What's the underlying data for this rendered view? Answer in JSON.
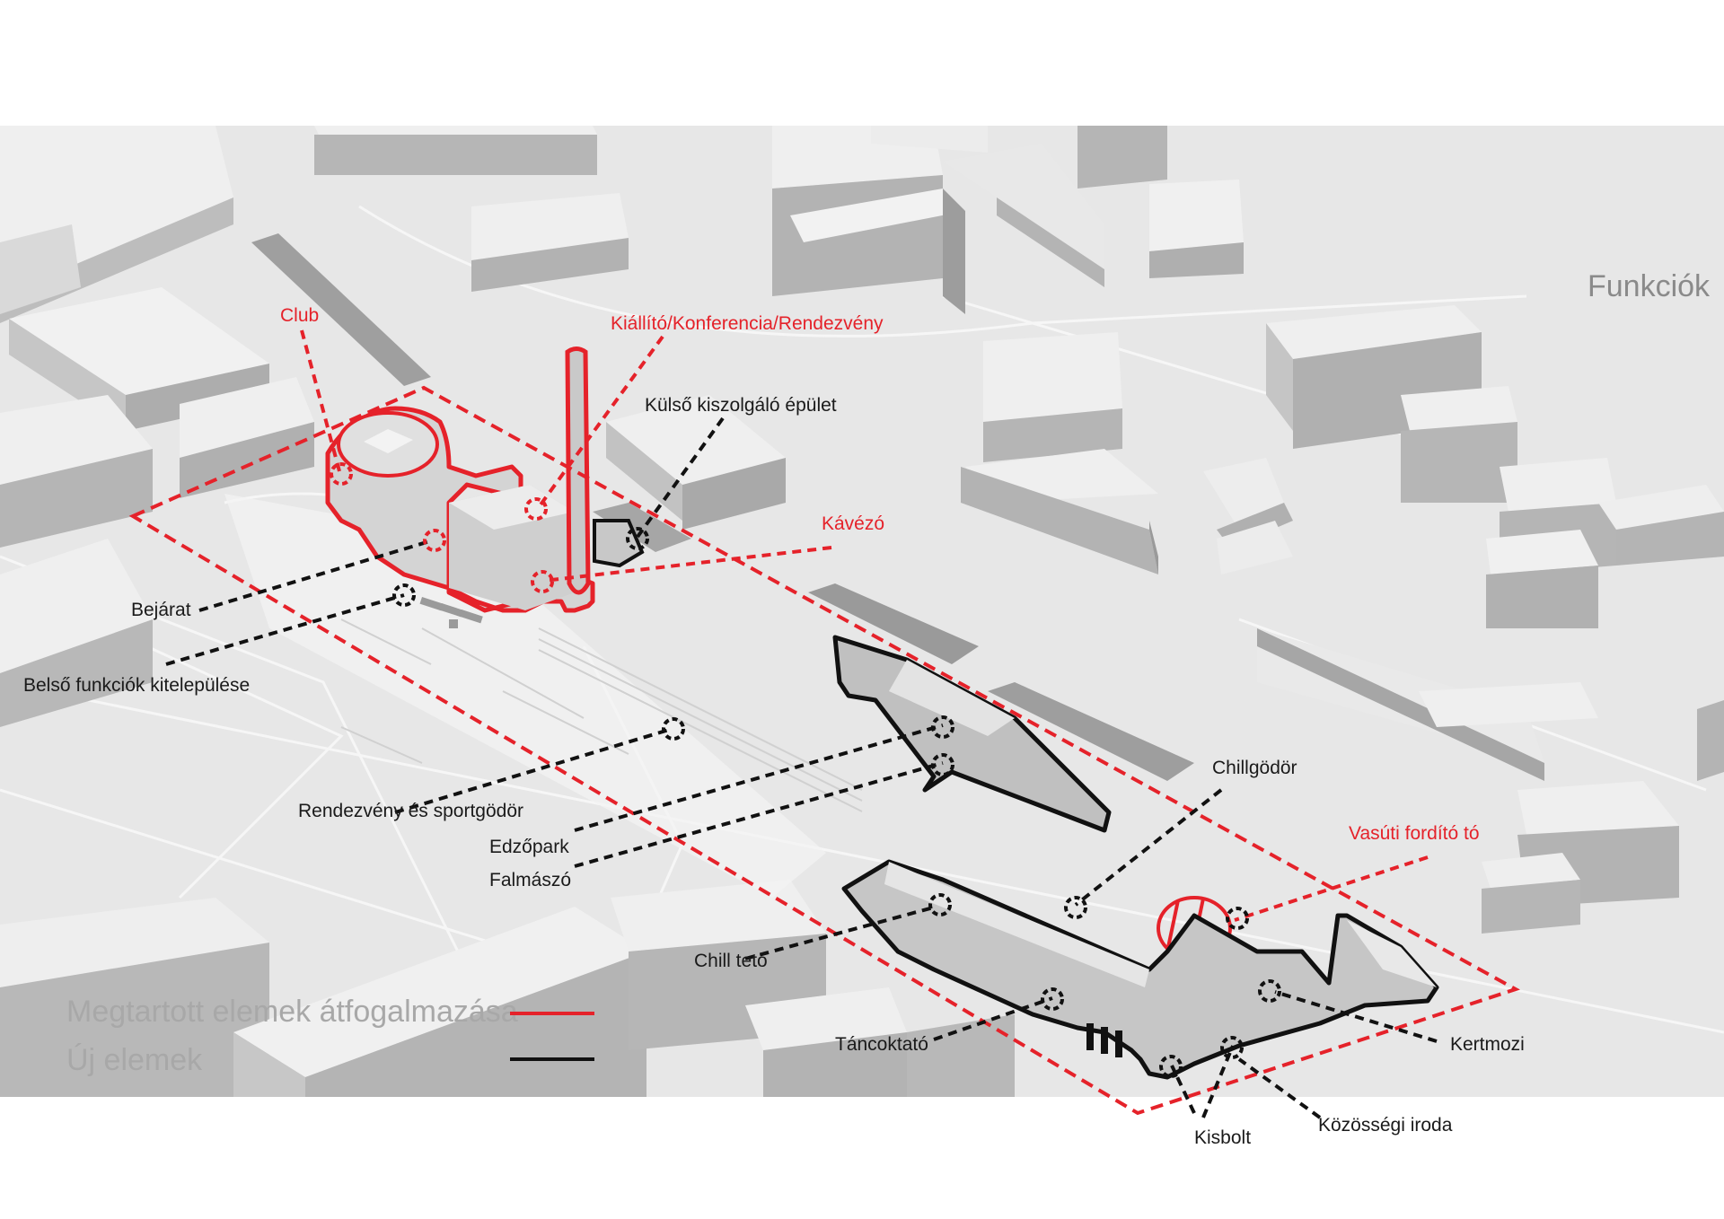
{
  "title": "Funkciók",
  "colors": {
    "red": "#e5222a",
    "black": "#111111",
    "map_bg": "#e6e6e6",
    "building_top": "#efefef",
    "building_side": "#b9b9b9"
  },
  "labels": {
    "club": "Club",
    "kiallito": "Kiállító/Konferencia/Rendezvény",
    "kulso": "Külső kiszolgáló épület",
    "kavezo": "Kávézó",
    "bejarat": "Bejárat",
    "belso": "Belső funkciók kitelepülése",
    "rendezveny": "Rendezvény és sportgödör",
    "edzopark": "Edzőpark",
    "falmaszo": "Falmászó",
    "chillgodor": "Chillgödör",
    "vasuti": "Vasúti fordító tó",
    "chillteto": "Chill tető",
    "tancoktato": "Táncoktató",
    "kertmozi": "Kertmozi",
    "kisbolt": "Kisbolt",
    "kozossegi": "Közösségi iroda"
  },
  "legend": [
    {
      "label": "Megtartott elemek átfogalmazása",
      "color": "#e5222a"
    },
    {
      "label": "Új elemek",
      "color": "#111111"
    }
  ]
}
